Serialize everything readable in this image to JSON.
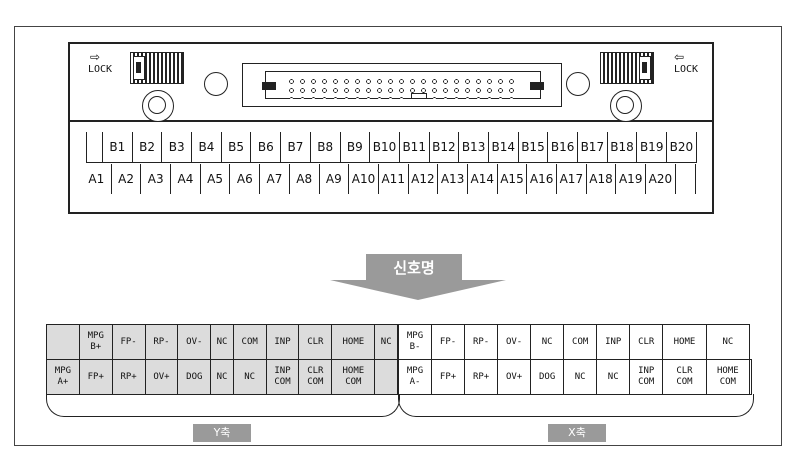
{
  "top_text": "",
  "connector": {
    "lock_left": "LOCK",
    "lock_right": "LOCK",
    "arrow_left": "⇨",
    "arrow_right": "⇦",
    "row_b": [
      "",
      "B1",
      "B2",
      "B3",
      "B4",
      "B5",
      "B6",
      "B7",
      "B8",
      "B9",
      "B10",
      "B11",
      "B12",
      "B13",
      "B14",
      "B15",
      "B16",
      "B17",
      "B18",
      "B19",
      "B20"
    ],
    "row_a": [
      "A1",
      "A2",
      "A3",
      "A4",
      "A5",
      "A6",
      "A7",
      "A8",
      "A9",
      "A10",
      "A11",
      "A12",
      "A13",
      "A14",
      "A15",
      "A16",
      "A17",
      "A18",
      "A19",
      "A20",
      ""
    ]
  },
  "banner": {
    "label": "신호명"
  },
  "y_axis": {
    "label": "Y축",
    "top": [
      "",
      "MPG\nB+",
      "FP-",
      "RP-",
      "OV-",
      "NC",
      "COM",
      "INP",
      "CLR",
      "HOME",
      "NC"
    ],
    "bottom": [
      "MPG\nA+",
      "FP+",
      "RP+",
      "OV+",
      "DOG",
      "NC",
      "NC",
      "INP\nCOM",
      "CLR\nCOM",
      "HOME\nCOM",
      ""
    ]
  },
  "x_axis": {
    "label": "X축",
    "top": [
      "MPG\nB-",
      "FP-",
      "RP-",
      "OV-",
      "NC",
      "COM",
      "INP",
      "CLR",
      "HOME",
      "NC"
    ],
    "bottom": [
      "MPG\nA-",
      "FP+",
      "RP+",
      "OV+",
      "DOG",
      "NC",
      "NC",
      "INP\nCOM",
      "CLR\nCOM",
      "HOME\nCOM",
      ""
    ]
  }
}
